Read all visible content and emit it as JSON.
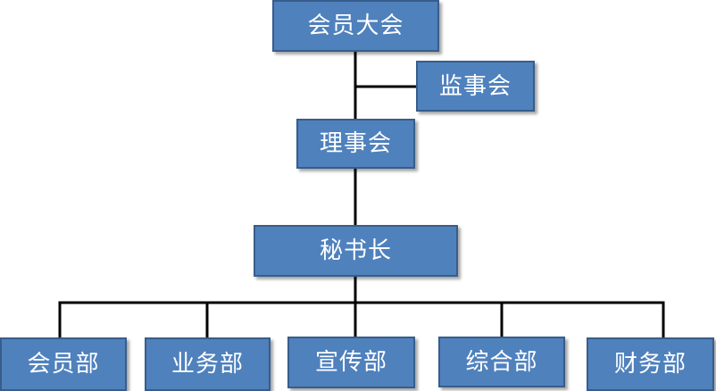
{
  "org_chart": {
    "top": {
      "label": "会员大会"
    },
    "supervisory": {
      "label": "监事会"
    },
    "council": {
      "label": "理事会"
    },
    "secretary_general": {
      "label": "秘书长"
    },
    "departments": [
      {
        "label": "会员部"
      },
      {
        "label": "业务部"
      },
      {
        "label": "宣传部"
      },
      {
        "label": "综合部"
      },
      {
        "label": "财务部"
      }
    ]
  },
  "colors": {
    "box_fill": "#4f81bd",
    "box_border": "#385d8a",
    "box_text": "#ffffff",
    "connector": "#000000"
  }
}
